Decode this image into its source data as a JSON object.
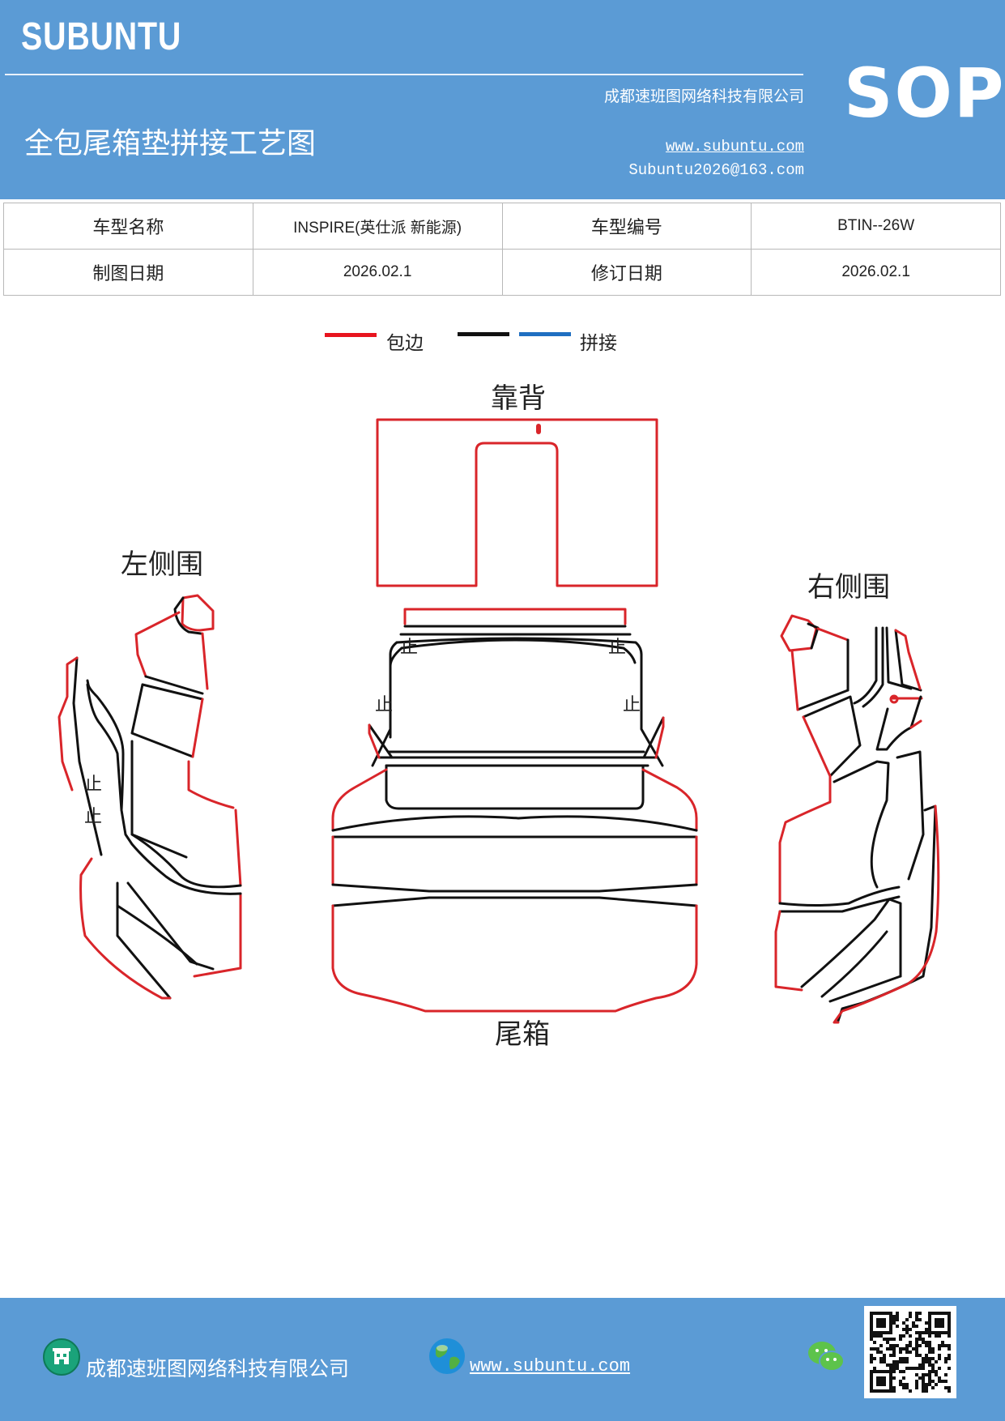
{
  "header": {
    "brand": "SUBUNTU",
    "company": "成都速班图网络科技有限公司",
    "title": "全包尾箱垫拼接工艺图",
    "website": "www.subuntu.com",
    "email": "Subuntu2026@163.com",
    "badge": "SOP"
  },
  "info_table": {
    "rows": [
      {
        "k1": "车型名称",
        "v1": "INSPIRE(英仕派  新能源)",
        "k2": "车型编号",
        "v2": "BTIN--26W"
      },
      {
        "k1": "制图日期",
        "v1": "2026.02.1",
        "k2": "修订日期",
        "v2": "2026.02.1"
      }
    ]
  },
  "legend": {
    "items": [
      {
        "color": "#e8141e",
        "label": "包边"
      },
      {
        "color": "#111111",
        "label": ""
      },
      {
        "color": "#1f6fc1",
        "label": "拼接"
      }
    ]
  },
  "diagram": {
    "labels": {
      "backrest": "靠背",
      "left_side": "左侧围",
      "right_side": "右侧围",
      "trunk": "尾箱"
    },
    "stop_mark": "止",
    "colors": {
      "edge": "#d9252a",
      "seam": "#111111"
    }
  },
  "footer": {
    "company": "成都速班图网络科技有限公司",
    "website": "www.subuntu.com"
  }
}
